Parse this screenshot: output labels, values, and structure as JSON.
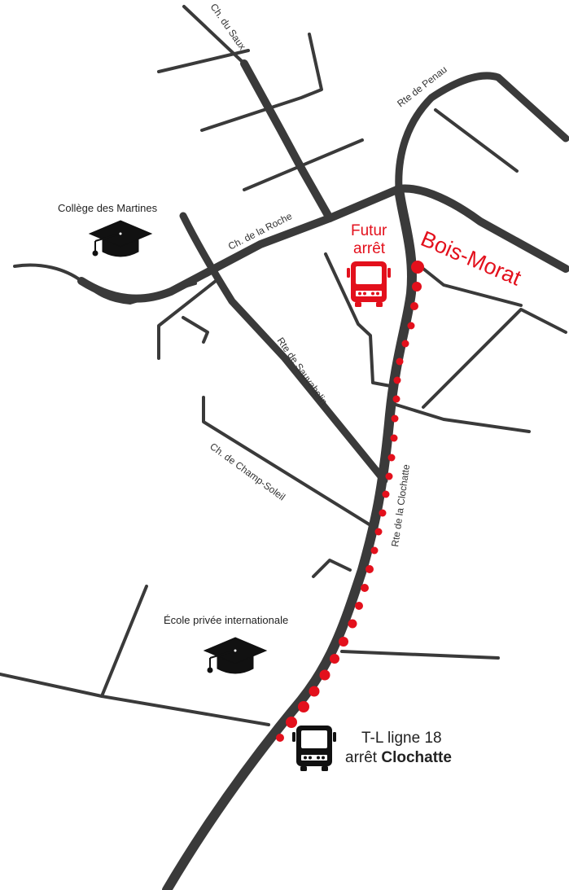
{
  "colors": {
    "road": "#3a3a3a",
    "accent": "#e3101c",
    "text": "#222222",
    "background": "#ffffff"
  },
  "roads": {
    "ch_du_saux": "Ch. du Saux",
    "rte_de_penau": "Rte de Penau",
    "ch_de_la_roche": "Ch. de la Roche",
    "rte_de_sauvabelin": "Rte de Sauvabelin",
    "ch_de_champ_soleil": "Ch. de Champ-Soleil",
    "rte_de_la_clochatte": "Rte de la Clochatte"
  },
  "places": {
    "college": "Collège des Martines",
    "ecole": "École privée internationale",
    "district": "Bois-Morat"
  },
  "future_stop": {
    "line1": "Futur",
    "line2": "arrêt"
  },
  "current_stop": {
    "line1": "T-L ligne 18",
    "line2_prefix": "arrêt ",
    "line2_bold": "Clochatte"
  },
  "icons": {
    "school": "graduation-cap-icon",
    "bus": "bus-icon"
  }
}
